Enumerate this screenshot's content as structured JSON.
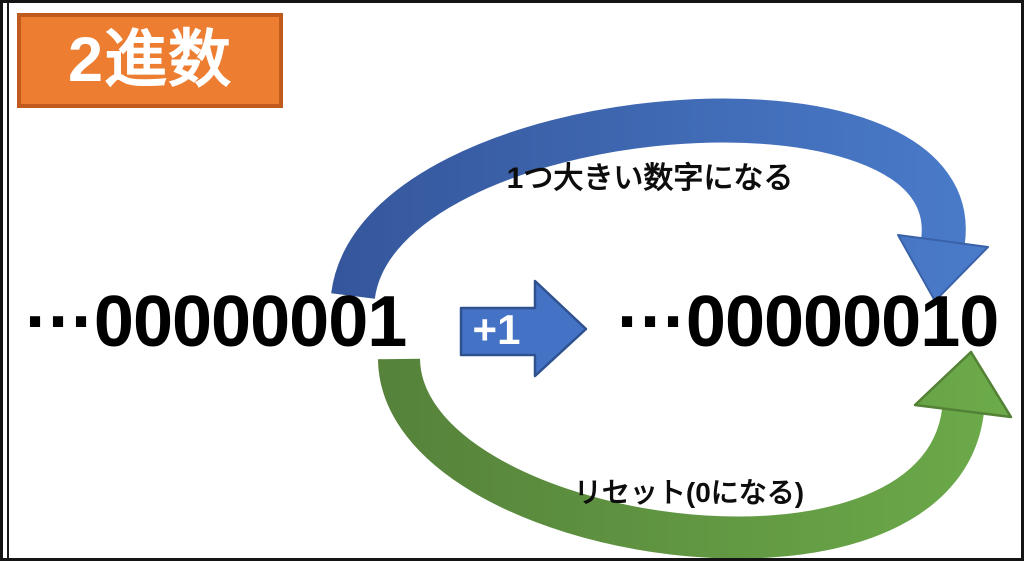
{
  "page": {
    "background": "#ffffff",
    "frame_color": "#141414"
  },
  "title_badge": {
    "label": "2進数",
    "fill": "#ec7d31",
    "border_color": "#c05a1d",
    "text_color": "#ffffff"
  },
  "values": {
    "before": "···00000001",
    "after": "···00000010"
  },
  "operation": {
    "label": "+1",
    "fill": "#4472c4",
    "border_color": "#2f528f",
    "text_color": "#ffffff"
  },
  "top_arrow": {
    "label": "1つ大きい数字になる",
    "color_start": "#35569b",
    "color_end": "#4a7ccb",
    "outline_color": "#3a62a8"
  },
  "bottom_arrow": {
    "label": "リセット(0になる)",
    "color_start": "#55813a",
    "color_end": "#6cab4a",
    "outline_color": "#538135"
  }
}
